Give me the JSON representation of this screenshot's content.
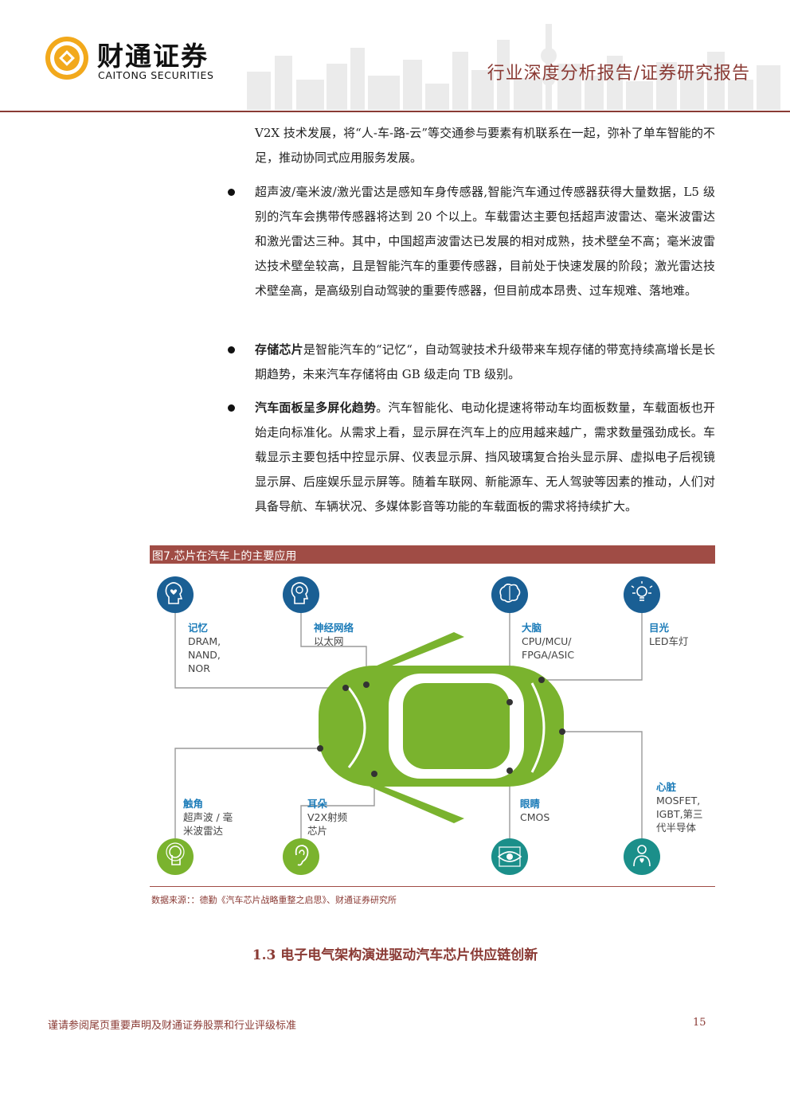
{
  "header": {
    "logo_cn": "财通证券",
    "logo_en": "CAITONG SECURITIES",
    "report_type": "行业深度分析报告/证券研究报告"
  },
  "body": {
    "para_intro": "V2X 技术发展，将“人-车-路-云”等交通参与要素有机联系在一起，弥补了单车智能的不足，推动协同式应用服务发展。",
    "bullets": [
      {
        "bold": "",
        "text": "超声波/毫米波/激光雷达是感知车身传感器,智能汽车通过传感器获得大量数据，L5 级别的汽车会携带传感器将达到 20 个以上。车载雷达主要包括超声波雷达、毫米波雷达和激光雷达三种。其中，中国超声波雷达已发展的相对成熟，技术壁垒不高；毫米波雷达技术壁垒较高，且是智能汽车的重要传感器，目前处于快速发展的阶段；激光雷达技术壁垒高，是高级别自动驾驶的重要传感器，但目前成本昂贵、过车规难、落地难。"
      },
      {
        "bold": "存储芯片",
        "text": "是智能汽车的“记忆“，自动驾驶技术升级带来车规存储的带宽持续高增长是长期趋势，未来汽车存储将由 GB 级走向 TB 级别。"
      },
      {
        "bold": "汽车面板呈多屏化趋势",
        "text": "。汽车智能化、电动化提速将带动车均面板数量，车载面板也开始走向标准化。从需求上看，显示屏在汽车上的应用越来越广，需求数量强劲成长。车载显示主要包括中控显示屏、仪表显示屏、挡风玻璃复合抬头显示屏、虚拟电子后视镜显示屏、后座娱乐显示屏等。随着车联网、新能源车、无人驾驶等因素的推动，人们对具备导航、车辆状况、多媒体影音等功能的车载面板的需求将持续扩大。"
      }
    ]
  },
  "figure": {
    "title": "图7.芯片在汽车上的主要应用",
    "source": "数据来源：：德勤《汽车芯片战略重整之启思》、财通证券研究所",
    "top_items": [
      {
        "title": "记忆",
        "lines": [
          "DRAM,",
          "NAND,",
          "NOR"
        ],
        "icon": "head-heart-icon"
      },
      {
        "title": "神经网络",
        "lines": [
          "以太网"
        ],
        "icon": "brain-head-icon"
      },
      {
        "title": "大脑",
        "lines": [
          "CPU/MCU/",
          "FPGA/ASIC"
        ],
        "icon": "brain-icon"
      },
      {
        "title": "目光",
        "lines": [
          "LED车灯"
        ],
        "icon": "lightbulb-person-icon"
      }
    ],
    "bottom_items": [
      {
        "title": "触角",
        "lines": [
          "超声波 / 毫",
          "米波雷达"
        ],
        "icon": "hand-touch-icon"
      },
      {
        "title": "耳朵",
        "lines": [
          "V2X射频",
          "芯片"
        ],
        "icon": "ear-icon"
      },
      {
        "title": "眼睛",
        "lines": [
          "CMOS"
        ],
        "icon": "eye-icon"
      },
      {
        "title": "心脏",
        "lines": [
          "MOSFET,",
          "IGBT,第三",
          "代半导体"
        ],
        "icon": "person-heart-icon"
      }
    ],
    "colors": {
      "blue": "#1a5f94",
      "green": "#7ab32e",
      "teal": "#1b8f8a",
      "title_blue": "#1b7bb8"
    }
  },
  "section": {
    "heading": "1.3  电子电气架构演进驱动汽车芯片供应链创新"
  },
  "footer": {
    "disclaimer": "谨请参阅尾页重要声明及财通证券股票和行业评级标准",
    "page_number": "15"
  }
}
